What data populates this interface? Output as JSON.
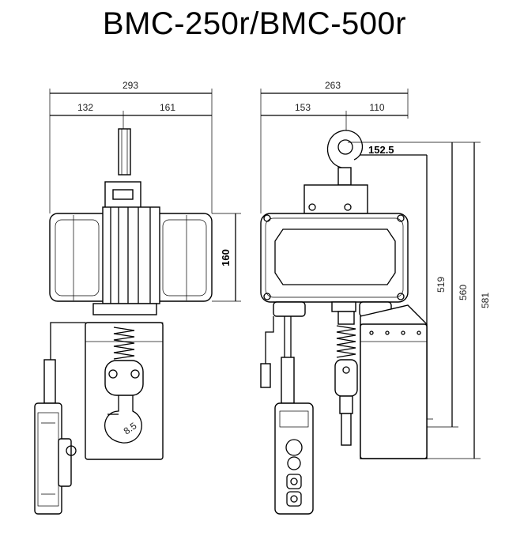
{
  "title": "BMC-250r/BMC-500r",
  "dimensions": {
    "front_total_width": "293",
    "front_left_width": "132",
    "front_right_width": "161",
    "front_body_height": "160",
    "side_total_width": "263",
    "side_left_width": "153",
    "side_right_width": "110",
    "hook_offset": "152.5",
    "height_1": "519",
    "height_2": "560",
    "height_3": "581",
    "hook_marking": "8.5"
  }
}
